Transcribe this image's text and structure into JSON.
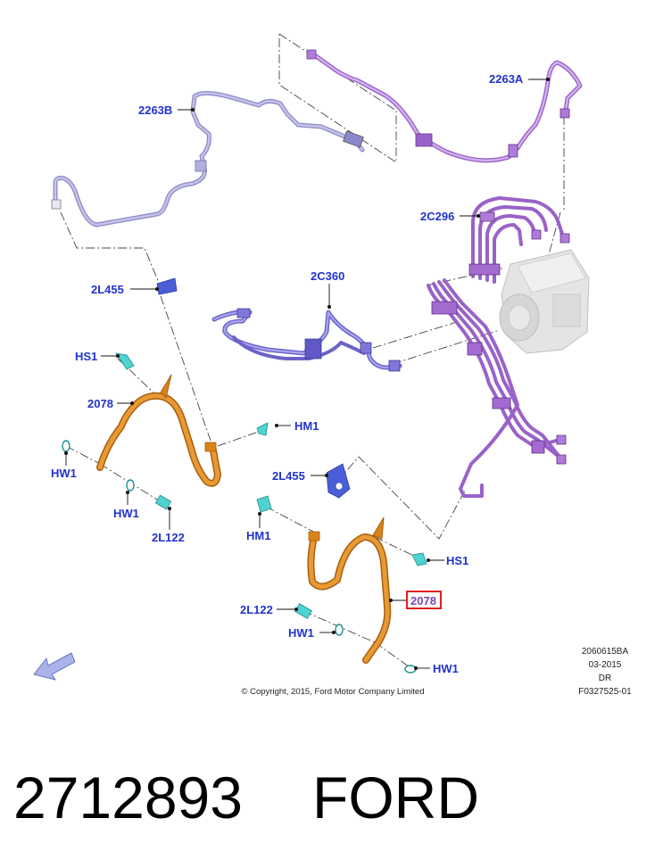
{
  "callouts": {
    "c2263A": "2263A",
    "c2263B": "2263B",
    "c2C296": "2C296",
    "c2L455_top": "2L455",
    "c2C360": "2C360",
    "cHS1_left": "HS1",
    "c2078_left": "2078",
    "cHM1_right": "HM1",
    "cHW1_a": "HW1",
    "cHW1_b": "HW1",
    "c2L122_left": "2L122",
    "c2L455_mid": "2L455",
    "cHM1_left": "HM1",
    "cHS1_right": "HS1",
    "c2078_highlight": "2078",
    "c2L122_right": "2L122",
    "cHW1_c": "HW1",
    "cHW1_d": "HW1"
  },
  "meta": {
    "code": "2060615BA",
    "date": "03-2015",
    "dr": "DR",
    "ref": "F0327525-01"
  },
  "copyright": "© Copyright, 2015, Ford Motor Company Limited",
  "footer": {
    "part_number": "2712893",
    "brand": "FORD"
  },
  "colors": {
    "callout_text": "#2233cc",
    "highlight_box": "#e02020",
    "brake_hose": "#d98416",
    "tube_purple": "#9a6ac8",
    "tube_lavender": "#a9a6d8",
    "tube_blue": "#6f66cc",
    "clip_cyan": "#4fd2d2",
    "bracket_blue": "#4a5ed8"
  }
}
